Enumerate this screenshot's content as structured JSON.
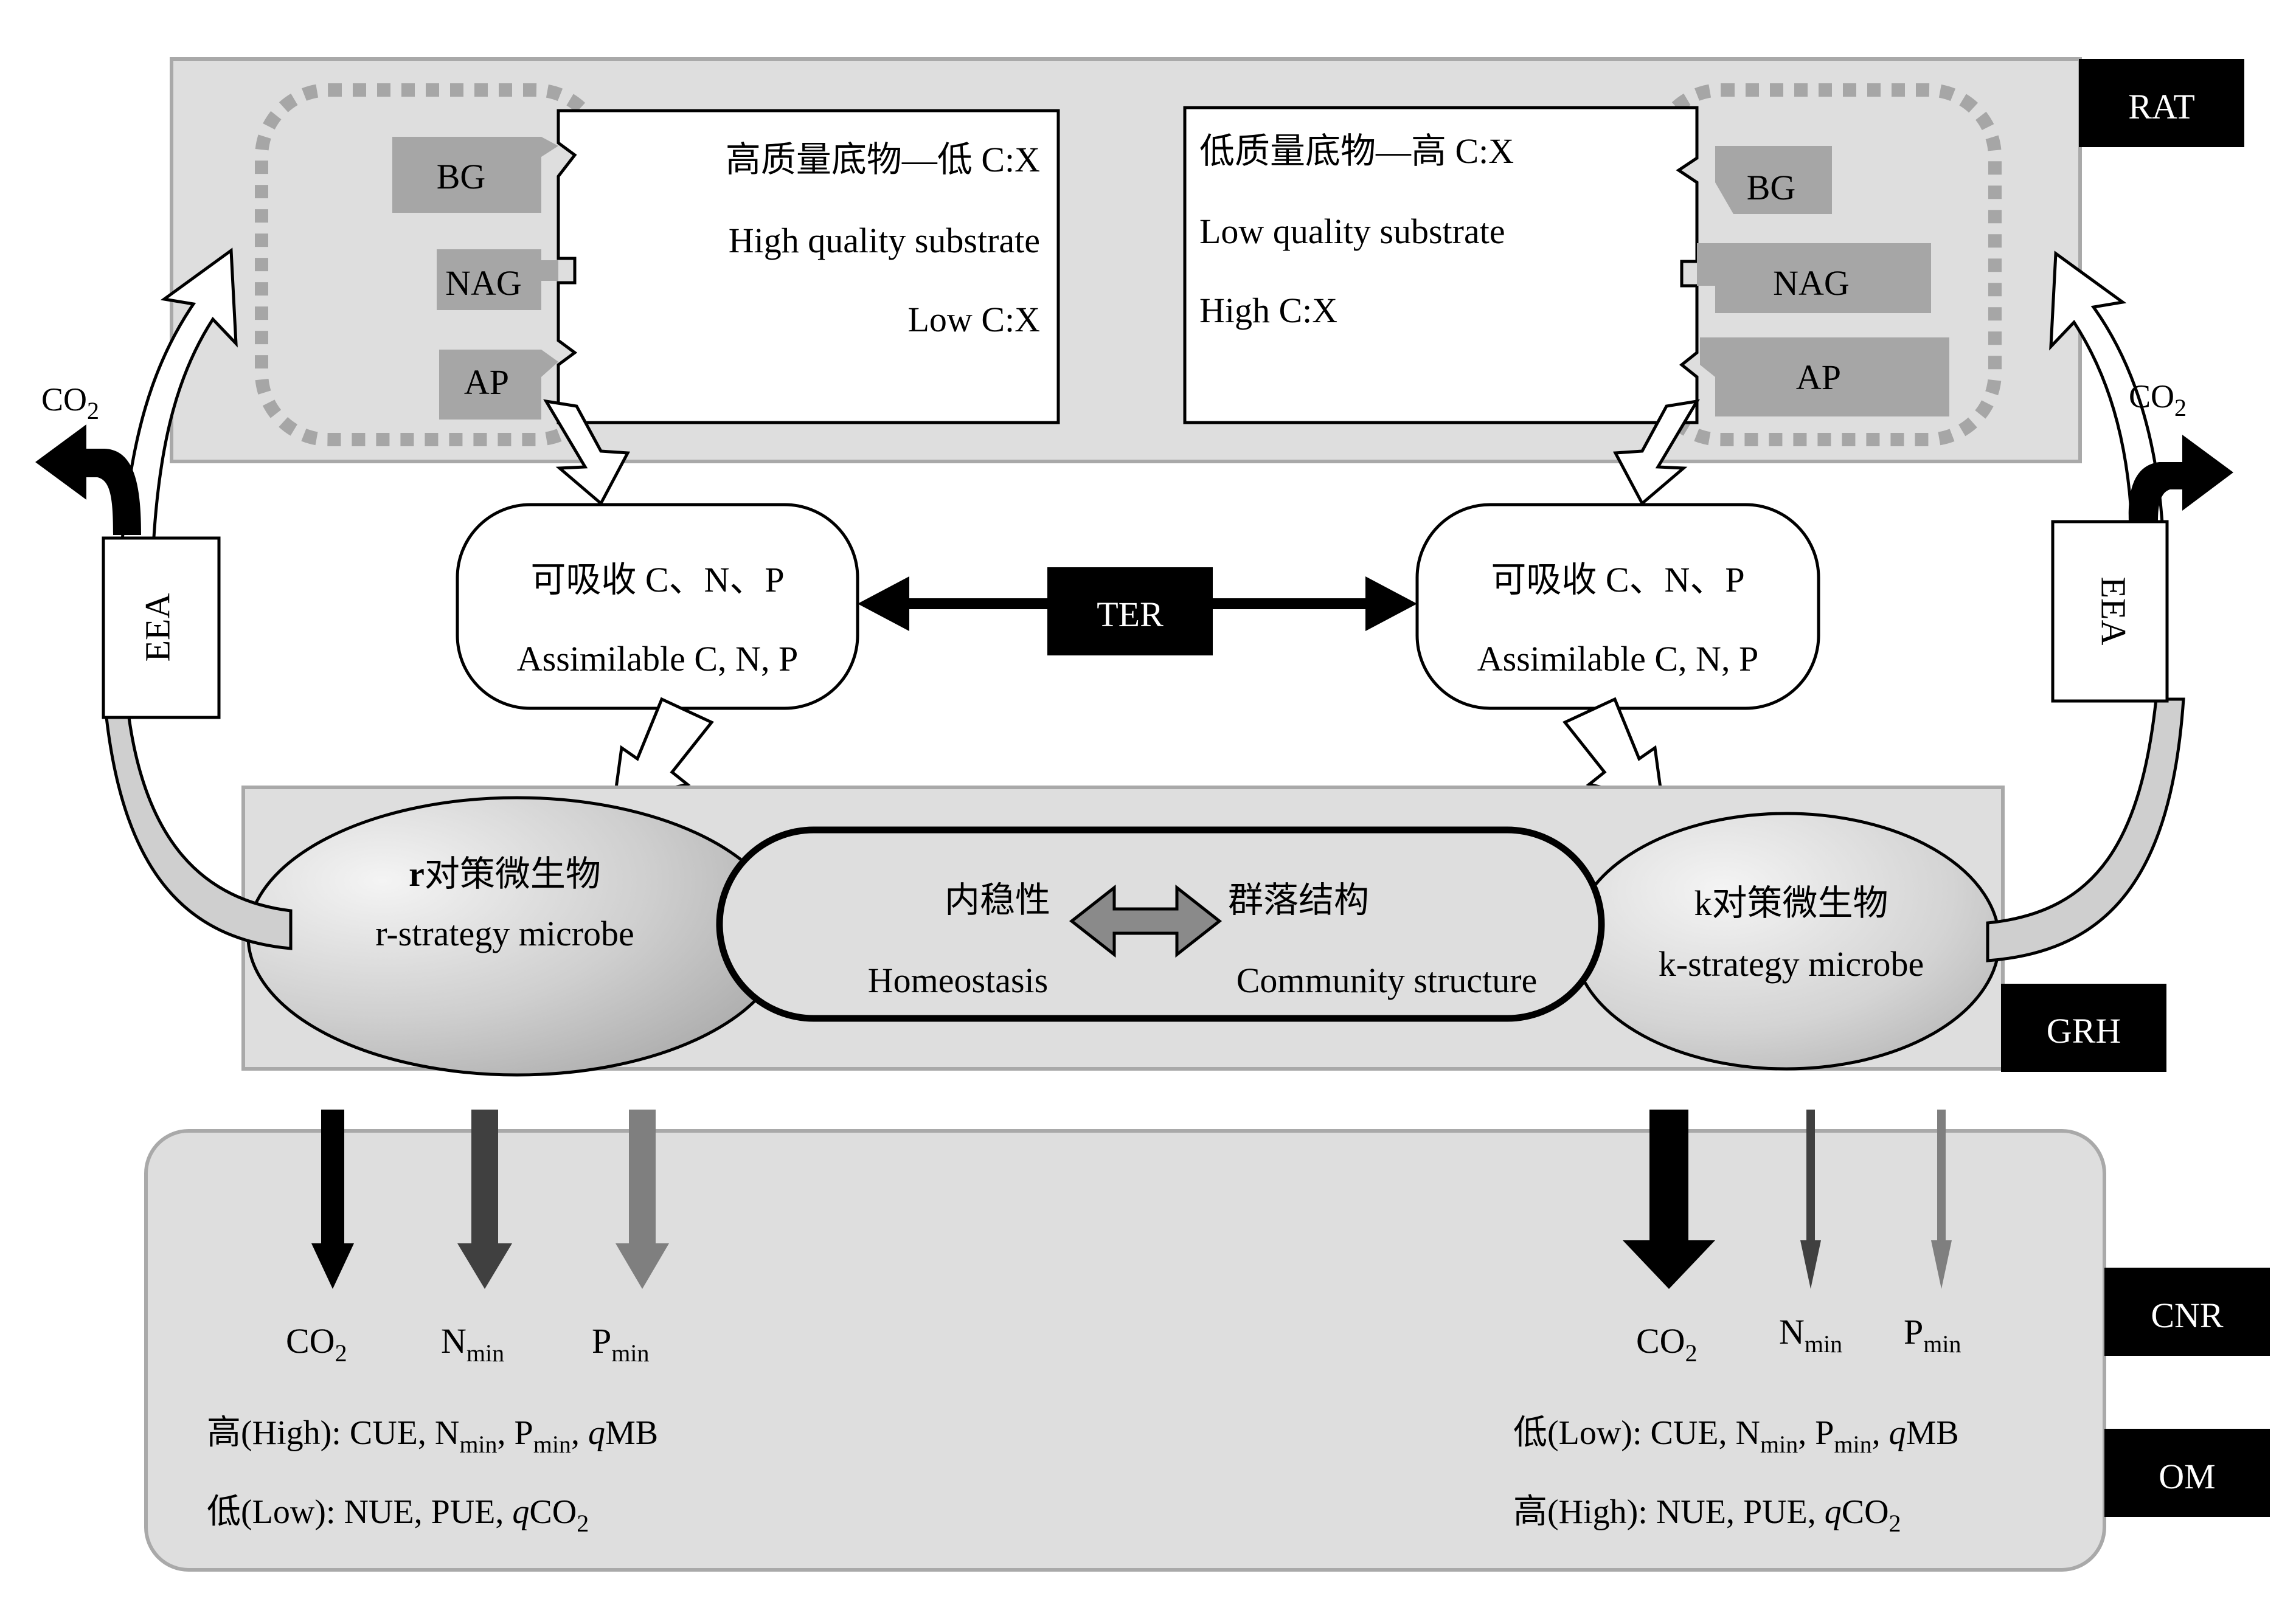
{
  "tags": {
    "rat": "RAT",
    "grh": "GRH",
    "cnr": "CNR",
    "om": "OM",
    "ter": "TER"
  },
  "enzymes": {
    "bg": "BG",
    "nag": "NAG",
    "ap": "AP"
  },
  "eea": "EEA",
  "co2": {
    "base": "CO",
    "sub": "2"
  },
  "high_substrate": {
    "zh": "高质量底物—低 C:X",
    "en": "High quality substrate",
    "ratio": "Low C:X"
  },
  "low_substrate": {
    "zh": "低质量底物—高 C:X",
    "en": "Low quality substrate",
    "ratio": "High C:X"
  },
  "assimilable": {
    "zh": "可吸收 C、N、P",
    "en": "Assimilable C, N, P"
  },
  "r_microbe": {
    "zh_prefix": "r",
    "zh": "对策微生物",
    "en": "r-strategy microbe"
  },
  "k_microbe": {
    "zh": "k对策微生物",
    "en": "k-strategy microbe"
  },
  "homeostasis": {
    "zh": "内稳性",
    "en": "Homeostasis"
  },
  "community": {
    "zh": "群落结构",
    "en": "Community structure"
  },
  "outputs": {
    "n": "N",
    "p": "P",
    "min": "min",
    "left_line1": {
      "prefix": "高(High): CUE, ",
      "q": "q",
      "mb": "MB"
    },
    "left_line2": {
      "prefix": "低(Low): NUE, PUE, ",
      "q": "q",
      "co": "CO"
    },
    "right_line1": {
      "prefix": "低(Low): CUE, ",
      "q": "q",
      "mb": "MB"
    },
    "right_line2": {
      "prefix": "高(High): NUE, PUE, ",
      "q": "q",
      "co": "CO"
    },
    "sep": ", "
  },
  "colors": {
    "panel_gray": "#dedede",
    "panel_border": "#a9a9a9",
    "enzyme_gray": "#a6a6a6",
    "dotted": "#a6a6a6",
    "arrow_dark": "#404040",
    "arrow_mid": "#7f7f7f",
    "black": "#000000"
  }
}
